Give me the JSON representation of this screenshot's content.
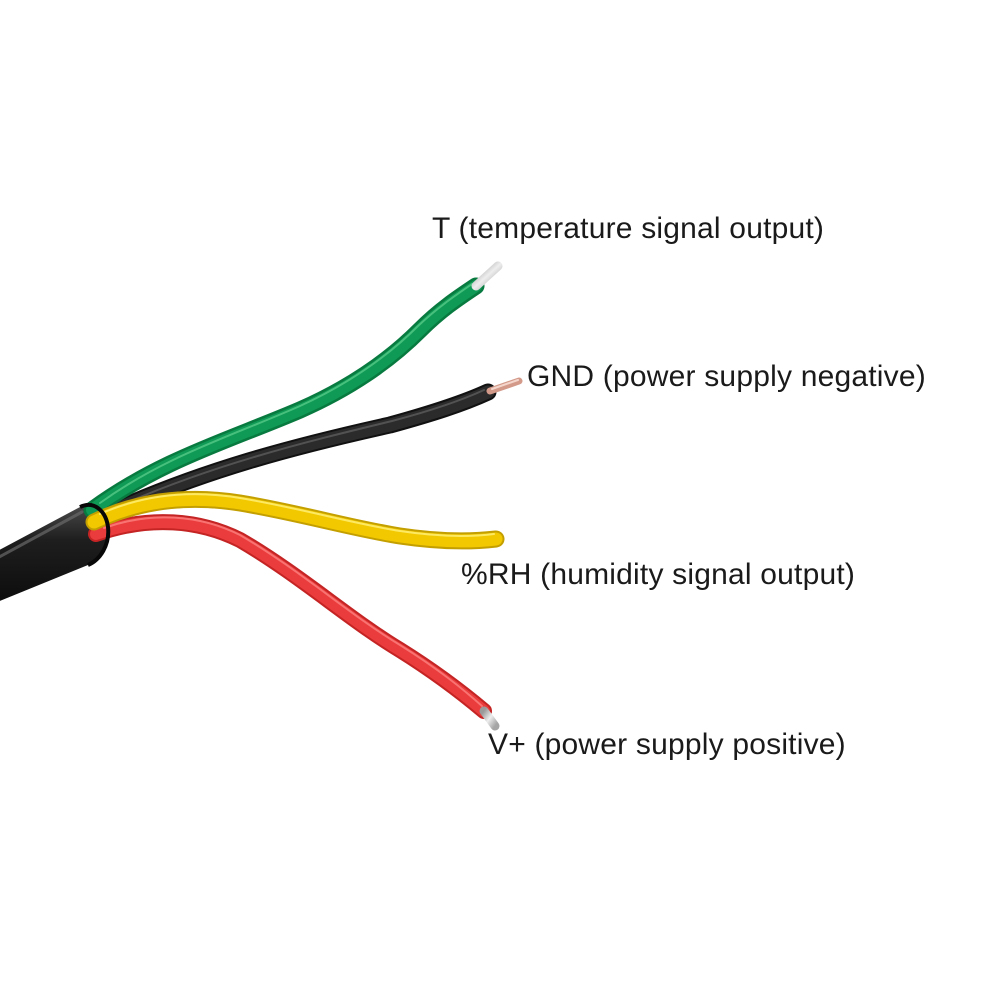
{
  "labels": {
    "t": "T (temperature signal output)",
    "gnd": "GND (power supply negative)",
    "rh": "%RH (humidity signal output)",
    "vplus": "V+ (power supply positive)"
  },
  "wire_colors": {
    "t": "#0f9a55",
    "gnd": "#2b2b2b",
    "rh": "#f2c800",
    "vplus": "#ea3c3c",
    "jacket": "#1c1c1c",
    "conductor": "#c9c9c9"
  }
}
